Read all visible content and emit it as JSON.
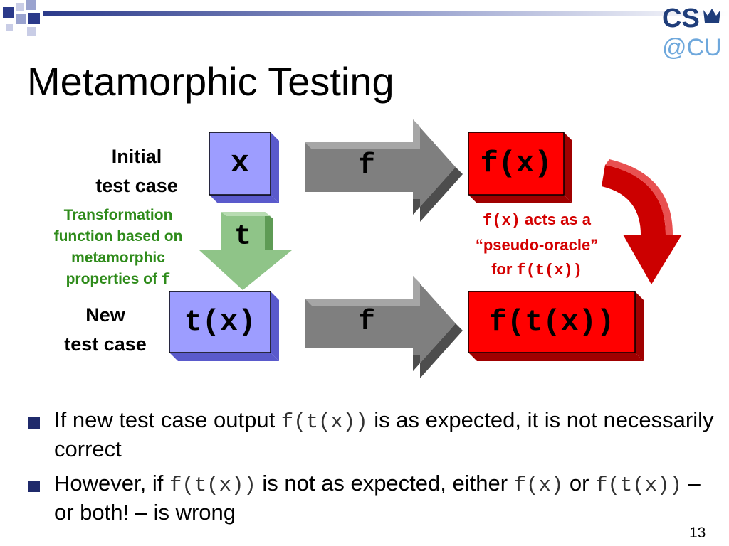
{
  "title": "Metamorphic Testing",
  "logo": {
    "line1": "CS",
    "line2": "@CU"
  },
  "diagram": {
    "initial_label_1": "Initial",
    "initial_label_2": "test case",
    "new_label_1": "New",
    "new_label_2": "test case",
    "box_x": "x",
    "box_fx": "f(x)",
    "box_tx": "t(x)",
    "box_ftx": "f(t(x))",
    "arrow_f_top": "f",
    "arrow_f_bottom": "f",
    "arrow_t": "t",
    "transform_1": "Transformation",
    "transform_2": "function based on",
    "transform_3": "metamorphic",
    "transform_4": "properties of",
    "transform_4_code": "f",
    "oracle_code_1": "f(x)",
    "oracle_text_1": " acts as a",
    "oracle_text_2": "“pseudo-oracle”",
    "oracle_text_3": "for ",
    "oracle_code_3": "f(t(x))"
  },
  "bullets": [
    {
      "a": "If new test case output ",
      "code1": "f(t(x))",
      "b": " is as expected, it is not necessarily correct"
    },
    {
      "a": "However, if ",
      "code1": "f(t(x))",
      "b": " is not as expected, either ",
      "code2": "f(x)",
      "c": " or ",
      "code3": "f(t(x))",
      "d": " – or both! –  is wrong"
    }
  ],
  "page_number": "13",
  "colors": {
    "blue_box": "#9d9dff",
    "red_box": "#ff0000",
    "gray_arrow": "#7f7f7f",
    "green_arrow": "#8fc488",
    "curved_arrow": "#cc0000",
    "green_text": "#2e8b1a",
    "red_text": "#d40000",
    "bullet": "#1f2a6b"
  }
}
